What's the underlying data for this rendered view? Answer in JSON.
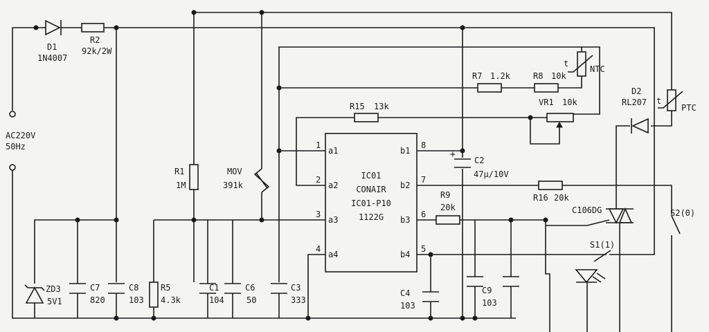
{
  "source": {
    "label_line1": "AC220V",
    "label_line2": "50Hz"
  },
  "components": {
    "d1": {
      "ref": "D1",
      "value": "1N4007"
    },
    "r2": {
      "ref": "R2",
      "value": "92k/2W"
    },
    "r1": {
      "ref": "R1",
      "value": "1M"
    },
    "mov": {
      "ref": "MOV",
      "value": "391k"
    },
    "r7": {
      "ref": "R7",
      "value": "1.2k"
    },
    "r8": {
      "ref": "R8",
      "value": "10k"
    },
    "ntc": {
      "ref": "NTC",
      "mark": "t"
    },
    "r15": {
      "ref": "R15",
      "value": "13k"
    },
    "vr1": {
      "ref": "VR1",
      "value": "10k"
    },
    "d2": {
      "ref": "D2",
      "value": "RL207"
    },
    "ptc": {
      "ref": "PTC",
      "mark": "t"
    },
    "c2": {
      "ref": "C2",
      "value": "47μ/10V"
    },
    "r9": {
      "ref": "R9",
      "value": "20k"
    },
    "r16": {
      "ref": "R16",
      "value": "20k"
    },
    "scr": {
      "ref": "C106DG"
    },
    "s2": {
      "ref": "S2(0)"
    },
    "s1": {
      "ref": "S1(1)"
    },
    "zd3": {
      "ref": "ZD3",
      "value": "5V1"
    },
    "c7": {
      "ref": "C7",
      "value": "820"
    },
    "c8": {
      "ref": "C8",
      "value": "103"
    },
    "r5": {
      "ref": "R5",
      "value": "4.3k"
    },
    "c1": {
      "ref": "C1",
      "value": "104"
    },
    "c6": {
      "ref": "C6",
      "value": "50"
    },
    "c3": {
      "ref": "C3",
      "value": "333"
    },
    "c4": {
      "ref": "C4",
      "value": "103"
    },
    "c9": {
      "ref": "C9",
      "value": "103"
    }
  },
  "ic": {
    "lines": [
      "IC01",
      "CONAIR",
      "IC01-P10",
      "1122G"
    ],
    "pins_left": [
      {
        "num": "1",
        "name": "a1"
      },
      {
        "num": "2",
        "name": "a2"
      },
      {
        "num": "3",
        "name": "a3"
      },
      {
        "num": "4",
        "name": "a4"
      }
    ],
    "pins_right": [
      {
        "num": "8",
        "name": "b1"
      },
      {
        "num": "7",
        "name": "b2"
      },
      {
        "num": "6",
        "name": "b3"
      },
      {
        "num": "5",
        "name": "b4"
      }
    ]
  }
}
